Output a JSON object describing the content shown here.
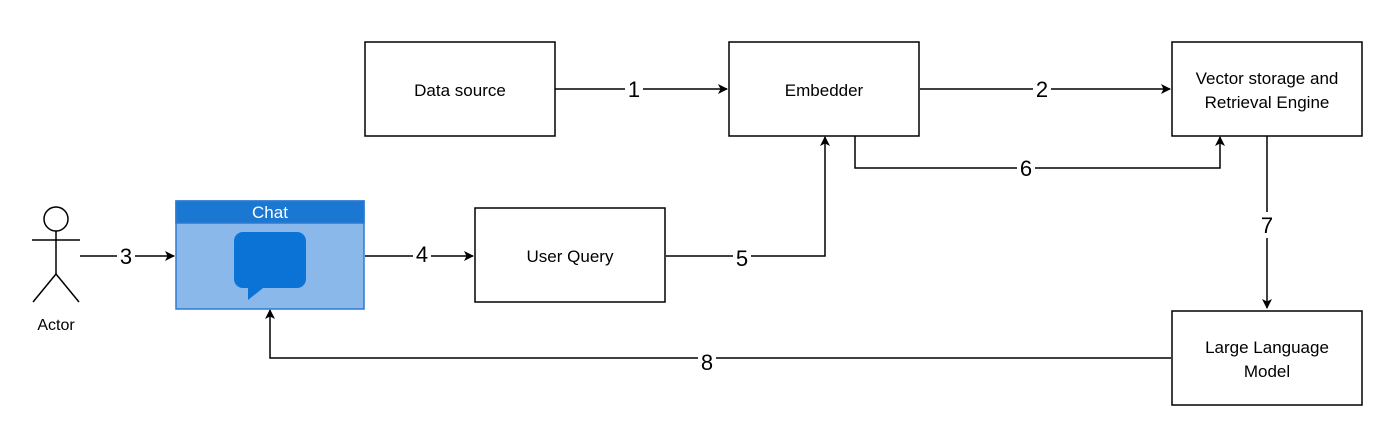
{
  "colors": {
    "chat_header": "#1a77d2",
    "chat_body": "#8ab8ea",
    "chat_border": "#2d7ad0",
    "chat_icon": "#0b73d5"
  },
  "nodes": {
    "data_source": "Data source",
    "embedder": "Embedder",
    "vector_storage": [
      "Vector storage and",
      "Retrieval Engine"
    ],
    "user_query": "User Query",
    "llm": [
      "Large Language",
      "Model"
    ],
    "chat_title": "Chat",
    "actor": "Actor"
  },
  "icons": {
    "chat_icon": "speech-bubble-icon",
    "actor_icon": "stick-figure-icon"
  },
  "edges": [
    {
      "label": "1",
      "from": "Data source",
      "to": "Embedder"
    },
    {
      "label": "2",
      "from": "Embedder",
      "to": "Vector storage and Retrieval Engine"
    },
    {
      "label": "3",
      "from": "Actor",
      "to": "Chat"
    },
    {
      "label": "4",
      "from": "Chat",
      "to": "User Query"
    },
    {
      "label": "5",
      "from": "User Query",
      "to": "Embedder"
    },
    {
      "label": "6",
      "from": "Embedder",
      "to": "Vector storage and Retrieval Engine"
    },
    {
      "label": "7",
      "from": "Vector storage and Retrieval Engine",
      "to": "Large Language Model"
    },
    {
      "label": "8",
      "from": "Large Language Model",
      "to": "Chat"
    }
  ]
}
